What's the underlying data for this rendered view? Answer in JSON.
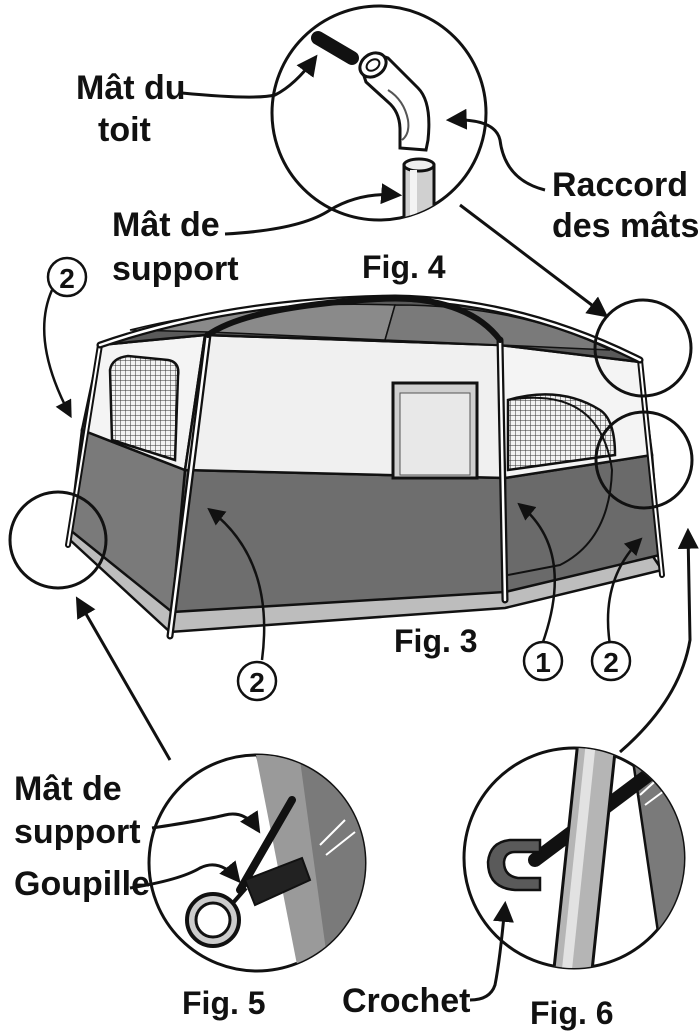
{
  "labels": {
    "roof_pole": [
      "Mât du",
      "toit"
    ],
    "pole_connector": [
      "Raccord",
      "des mâts"
    ],
    "support_pole_top": [
      "Mât de",
      "support"
    ],
    "support_pole_bottom": [
      "Mât de",
      "support"
    ],
    "pin": "Goupille",
    "hook": "Crochet"
  },
  "figures": {
    "fig3": "Fig. 3",
    "fig4": "Fig. 4",
    "fig5": "Fig. 5",
    "fig6": "Fig. 6"
  },
  "callouts": {
    "top_left": "2",
    "bottom_left": "2",
    "bottom_center_1": "1",
    "bottom_right_2": "2"
  }
}
